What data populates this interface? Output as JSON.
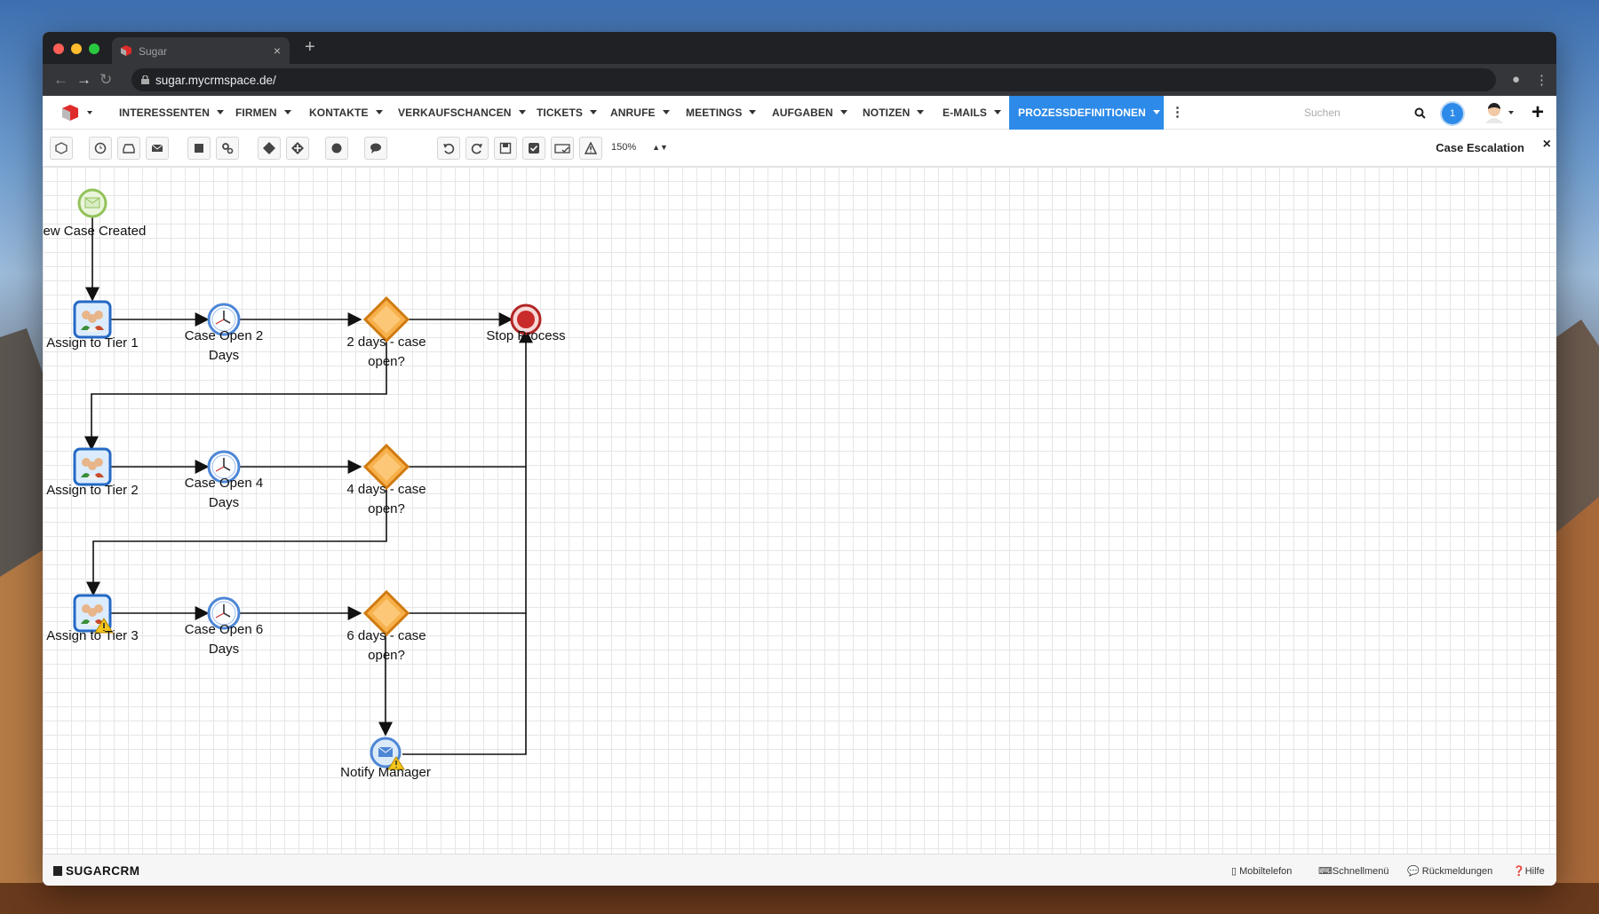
{
  "browser": {
    "tab_title": "Sugar",
    "tab_close": "×",
    "new_tab": "+",
    "url": "sugar.mycrmspace.de/"
  },
  "nav": {
    "items": [
      {
        "label": "INTERESSENTEN"
      },
      {
        "label": "FIRMEN"
      },
      {
        "label": "KONTAKTE"
      },
      {
        "label": "VERKAUFSCHANCEN"
      },
      {
        "label": "TICKETS"
      },
      {
        "label": "ANRUFE"
      },
      {
        "label": "MEETINGS"
      },
      {
        "label": "AUFGABEN"
      },
      {
        "label": "NOTIZEN"
      },
      {
        "label": "E-MAILS"
      },
      {
        "label": "PROZESSDEFINITIONEN",
        "active": true
      }
    ],
    "search_placeholder": "Suchen",
    "notification_count": "1",
    "accent_color": "#2d8ae8"
  },
  "toolbar": {
    "zoom": "150%",
    "process_title": "Case Escalation",
    "close": "×"
  },
  "diagram": {
    "start_event": "New Case Created",
    "tasks": [
      "Assign to Tier 1",
      "Assign to Tier 2",
      "Assign to Tier 3"
    ],
    "timers": [
      "Case Open 2 Days",
      "Case Open 4 Days",
      "Case Open 6 Days"
    ],
    "gateways": [
      "2 days - case open?",
      "4 days - case open?",
      "6 days - case open?"
    ],
    "end_event": "Stop Process",
    "message_event": "Notify Manager"
  },
  "footer": {
    "logo": "SUGARCRM",
    "links": [
      "Mobiltelefon",
      "Schnellmenü",
      "Rückmeldungen",
      "Hilfe"
    ]
  }
}
